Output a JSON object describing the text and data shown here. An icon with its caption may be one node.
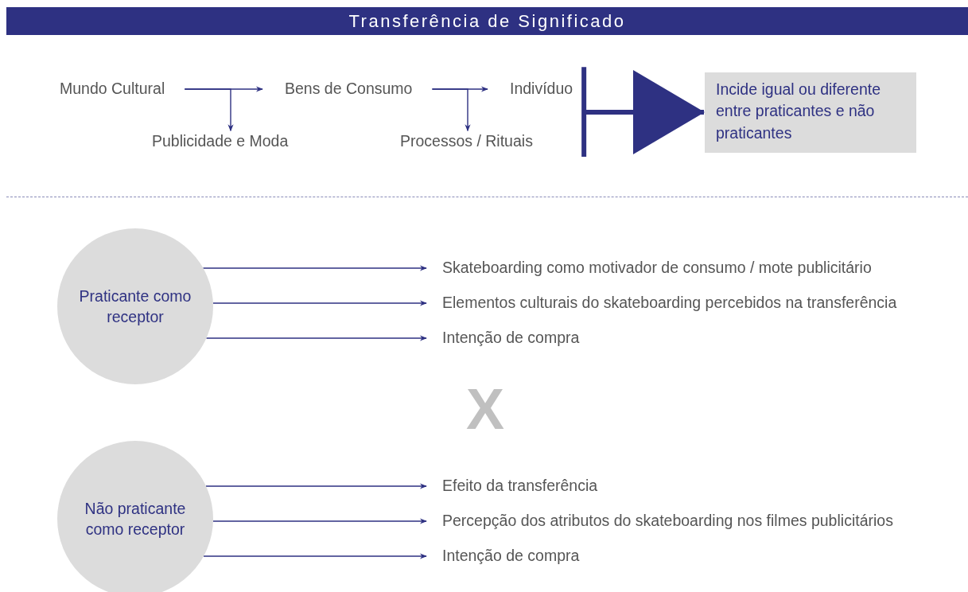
{
  "diagram": {
    "title": "Transferência de Significado",
    "nodes": [
      {
        "text": [
          "Mundo Cultural"
        ]
      },
      {
        "text": [
          "Bens de Consumo"
        ]
      },
      {
        "text": [
          "Indivíduo"
        ]
      },
      {
        "text": [
          "Publicidade e Moda"
        ]
      },
      {
        "text": [
          "Processos / Rituais"
        ]
      },
      {
        "text": [
          "Incide igual ou diferente entre praticantes e não praticantes"
        ]
      },
      {
        "text": [
          "Praticante como receptor"
        ]
      },
      {
        "text": [
          "Skateboarding como motivador de consumo / mote publicitário"
        ]
      },
      {
        "text": [
          "Elementos culturais do skateboarding percebidos na transferência"
        ]
      },
      {
        "text": [
          "Intenção de compra"
        ]
      },
      {
        "text": [
          "Não praticante como receptor"
        ]
      },
      {
        "text": [
          "Efeito da transferência"
        ]
      },
      {
        "text": [
          "Percepção dos atributos do skateboarding nos filmes publicitários"
        ]
      },
      {
        "text": [
          "Intenção de compra"
        ]
      }
    ],
    "edges": [
      {
        "from": 0,
        "to": 1,
        "arrow": "to"
      },
      {
        "from": 0,
        "to": 3,
        "arrow": "to"
      },
      {
        "from": 1,
        "to": 2,
        "arrow": "to"
      },
      {
        "from": 1,
        "to": 4,
        "arrow": "to"
      },
      {
        "from": 2,
        "to": 5,
        "arrow": "to",
        "style": "thick"
      },
      {
        "from": 6,
        "to": 7,
        "arrow": "to"
      },
      {
        "from": 6,
        "to": 8,
        "arrow": "to"
      },
      {
        "from": 6,
        "to": 9,
        "arrow": "to"
      },
      {
        "from": 10,
        "to": 11,
        "arrow": "to"
      },
      {
        "from": 10,
        "to": 12,
        "arrow": "to"
      },
      {
        "from": 10,
        "to": 13,
        "arrow": "to"
      }
    ],
    "labels": [
      "X"
    ]
  }
}
